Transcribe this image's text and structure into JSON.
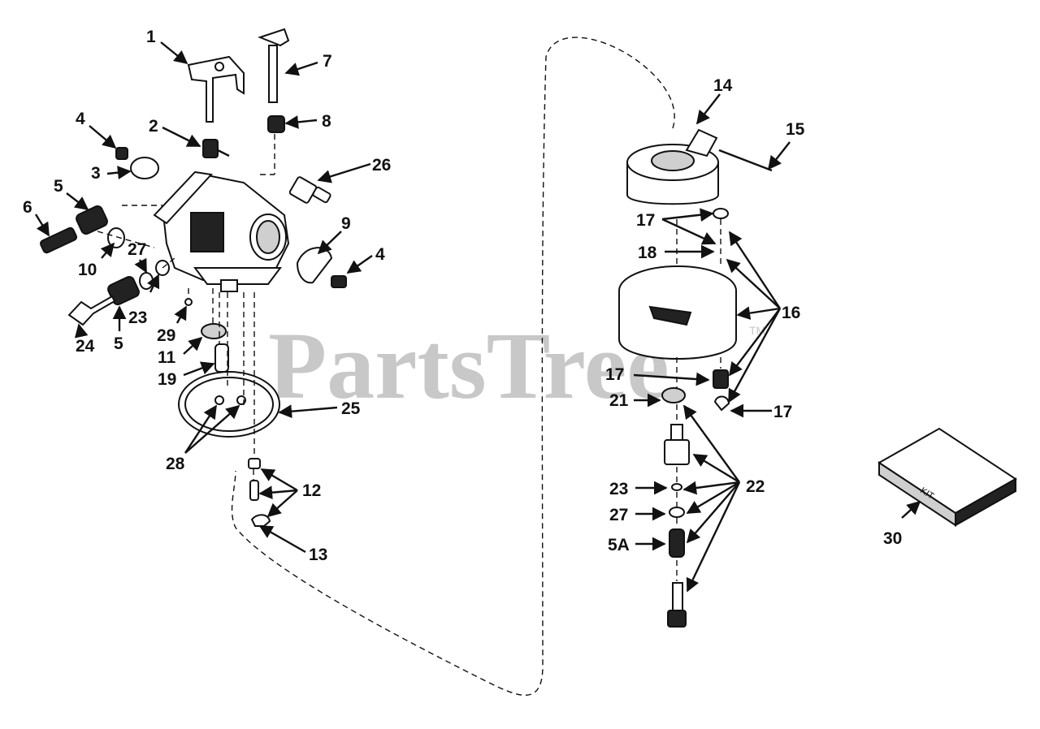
{
  "watermark": {
    "text": "PartsTree",
    "mark": "TM"
  },
  "kit_box_label": "KIT",
  "callouts": {
    "c1": "1",
    "c2": "2",
    "c3": "3",
    "c4a": "4",
    "c4b": "4",
    "c5a": "5",
    "c5b": "5",
    "c5A": "5A",
    "c6": "6",
    "c7": "7",
    "c8": "8",
    "c9": "9",
    "c10": "10",
    "c11": "11",
    "c12": "12",
    "c13": "13",
    "c14": "14",
    "c15": "15",
    "c16": "16",
    "c17a": "17",
    "c17b": "17",
    "c17c": "17",
    "c18": "18",
    "c19": "19",
    "c21": "21",
    "c22": "22",
    "c23a": "23",
    "c23b": "23",
    "c24": "24",
    "c25": "25",
    "c26": "26",
    "c27a": "27",
    "c27b": "27",
    "c28": "28",
    "c29": "29",
    "c30": "30"
  }
}
